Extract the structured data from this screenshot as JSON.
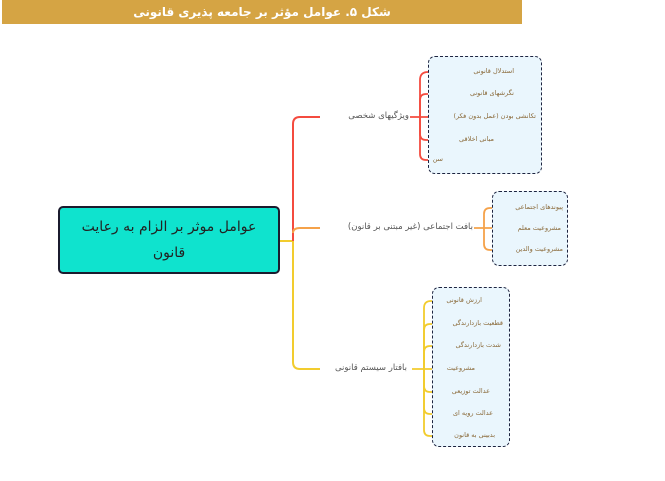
{
  "title": "شکل ۵. عوامل مؤثر بر جامعه پذیری قانونی",
  "central": {
    "label": "عوامل موثر بر الزام به رعایت قانون"
  },
  "colors": {
    "title_bar": "#D5A444",
    "central_fill": "#0FE3CE",
    "branch1": "#F44B3F",
    "branch2": "#F5A24A",
    "branch3": "#F2CC2E",
    "leaf_box": "#EAF6FD"
  },
  "branches": [
    {
      "label": "ویژگیهای شخصی",
      "leaves": [
        "استدلال قانونی",
        "نگرشهای قانونی",
        "تکانشی بودن (عمل بدون فکر)",
        "مبانی اخلاقی",
        "سن"
      ]
    },
    {
      "label": "بافت اجتماعی (غیر مبتنی بر قانون)",
      "leaves": [
        "پیوندهای اجتماعی",
        "مشروعیت معلم",
        "مشروعیت والدین"
      ]
    },
    {
      "label": "بافتار سیستم قانونی",
      "leaves": [
        "ارزش قانونی",
        "قطعیت بازدارندگی",
        "شدت بازدارندگی",
        "مشروعیت",
        "عدالت توزیعی",
        "عدالت رویه ای",
        "بدبینی به قانون"
      ]
    }
  ]
}
